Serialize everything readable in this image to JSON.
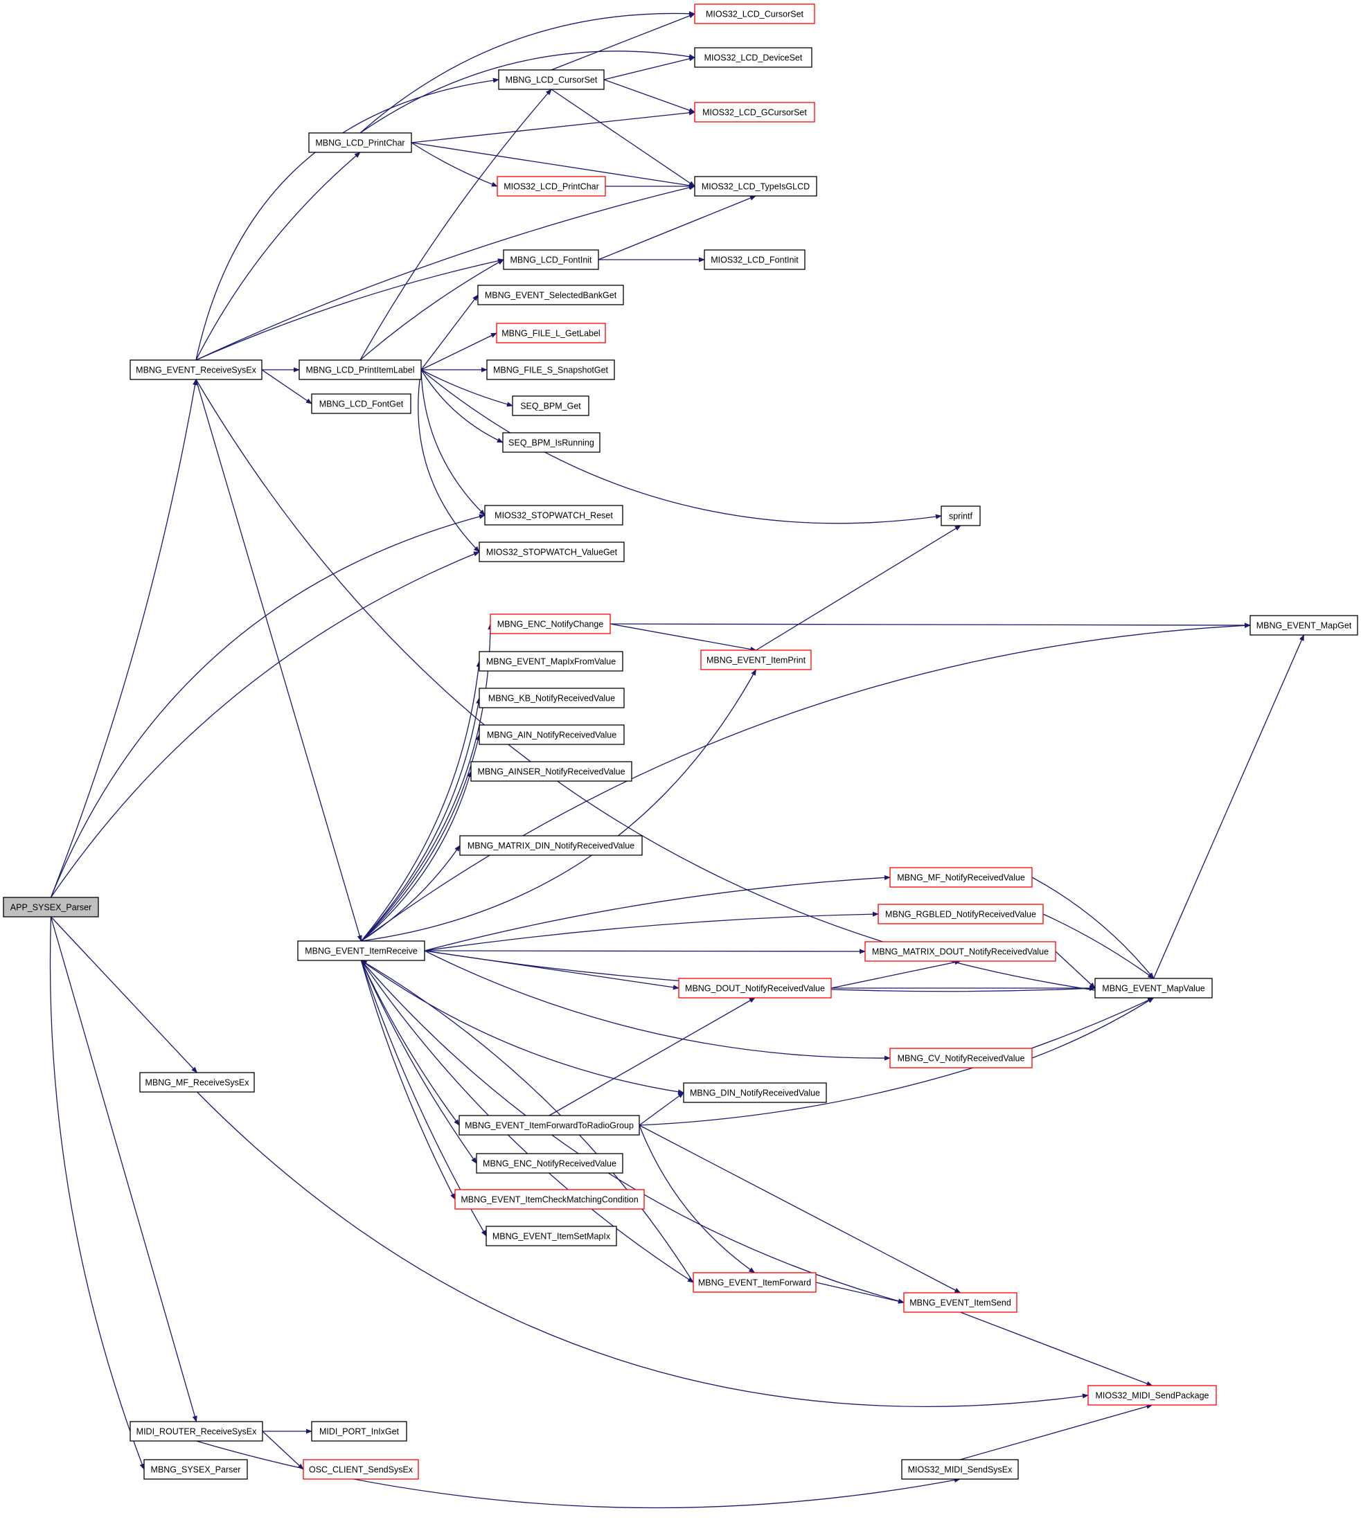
{
  "nodes": [
    {
      "id": "app_sysex",
      "label": "APP_SYSEX_Parser",
      "style": "root"
    },
    {
      "id": "ev_recv_sysex",
      "label": "MBNG_EVENT_ReceiveSysEx",
      "style": "black"
    },
    {
      "id": "mf_recv_sysex",
      "label": "MBNG_MF_ReceiveSysEx",
      "style": "black"
    },
    {
      "id": "midi_router",
      "label": "MIDI_ROUTER_ReceiveSysEx",
      "style": "black"
    },
    {
      "id": "mbng_sysex",
      "label": "MBNG_SYSEX_Parser",
      "style": "black"
    },
    {
      "id": "lcd_printchar",
      "label": "MBNG_LCD_PrintChar",
      "style": "black"
    },
    {
      "id": "lcd_cursorset",
      "label": "MBNG_LCD_CursorSet",
      "style": "black"
    },
    {
      "id": "lcd_printitem",
      "label": "MBNG_LCD_PrintItemLabel",
      "style": "black"
    },
    {
      "id": "lcd_fontget",
      "label": "MBNG_LCD_FontGet",
      "style": "black"
    },
    {
      "id": "item_receive",
      "label": "MBNG_EVENT_ItemReceive",
      "style": "black"
    },
    {
      "id": "m_cursorset",
      "label": "MIOS32_LCD_CursorSet",
      "style": "red"
    },
    {
      "id": "m_deviceset",
      "label": "MIOS32_LCD_DeviceSet",
      "style": "black"
    },
    {
      "id": "m_gcursorset",
      "label": "MIOS32_LCD_GCursorSet",
      "style": "red"
    },
    {
      "id": "m_printchar",
      "label": "MIOS32_LCD_PrintChar",
      "style": "red"
    },
    {
      "id": "m_typeisglcd",
      "label": "MIOS32_LCD_TypeIsGLCD",
      "style": "black"
    },
    {
      "id": "lcd_fontinit",
      "label": "MBNG_LCD_FontInit",
      "style": "black"
    },
    {
      "id": "m_fontinit",
      "label": "MIOS32_LCD_FontInit",
      "style": "black"
    },
    {
      "id": "sel_bank",
      "label": "MBNG_EVENT_SelectedBankGet",
      "style": "black"
    },
    {
      "id": "file_l",
      "label": "MBNG_FILE_L_GetLabel",
      "style": "red"
    },
    {
      "id": "file_s",
      "label": "MBNG_FILE_S_SnapshotGet",
      "style": "black"
    },
    {
      "id": "seq_bpm",
      "label": "SEQ_BPM_Get",
      "style": "black"
    },
    {
      "id": "seq_running",
      "label": "SEQ_BPM_IsRunning",
      "style": "black"
    },
    {
      "id": "sprintf",
      "label": "sprintf",
      "style": "black"
    },
    {
      "id": "sw_reset",
      "label": "MIOS32_STOPWATCH_Reset",
      "style": "black"
    },
    {
      "id": "sw_value",
      "label": "MIOS32_STOPWATCH_ValueGet",
      "style": "black"
    },
    {
      "id": "enc_notify_change",
      "label": "MBNG_ENC_NotifyChange",
      "style": "red"
    },
    {
      "id": "ev_mapget",
      "label": "MBNG_EVENT_MapGet",
      "style": "black"
    },
    {
      "id": "ev_itemprint",
      "label": "MBNG_EVENT_ItemPrint",
      "style": "red"
    },
    {
      "id": "ev_mapix",
      "label": "MBNG_EVENT_MapIxFromValue",
      "style": "black"
    },
    {
      "id": "kb_notify",
      "label": "MBNG_KB_NotifyReceivedValue",
      "style": "black"
    },
    {
      "id": "ain_notify",
      "label": "MBNG_AIN_NotifyReceivedValue",
      "style": "black"
    },
    {
      "id": "ainser_notify",
      "label": "MBNG_AINSER_NotifyReceivedValue",
      "style": "black"
    },
    {
      "id": "mdin_notify",
      "label": "MBNG_MATRIX_DIN_NotifyReceivedValue",
      "style": "black"
    },
    {
      "id": "mf_notify",
      "label": "MBNG_MF_NotifyReceivedValue",
      "style": "red"
    },
    {
      "id": "rgbled_notify",
      "label": "MBNG_RGBLED_NotifyReceivedValue",
      "style": "red"
    },
    {
      "id": "mdout_notify",
      "label": "MBNG_MATRIX_DOUT_NotifyReceivedValue",
      "style": "red"
    },
    {
      "id": "dout_notify",
      "label": "MBNG_DOUT_NotifyReceivedValue",
      "style": "red"
    },
    {
      "id": "ev_mapvalue",
      "label": "MBNG_EVENT_MapValue",
      "style": "black"
    },
    {
      "id": "cv_notify",
      "label": "MBNG_CV_NotifyReceivedValue",
      "style": "red"
    },
    {
      "id": "din_notify",
      "label": "MBNG_DIN_NotifyReceivedValue",
      "style": "black"
    },
    {
      "id": "fwd_radio",
      "label": "MBNG_EVENT_ItemForwardToRadioGroup",
      "style": "black"
    },
    {
      "id": "enc_notify_val",
      "label": "MBNG_ENC_NotifyReceivedValue",
      "style": "black"
    },
    {
      "id": "check_match",
      "label": "MBNG_EVENT_ItemCheckMatchingCondition",
      "style": "red"
    },
    {
      "id": "set_mapix",
      "label": "MBNG_EVENT_ItemSetMapIx",
      "style": "black"
    },
    {
      "id": "item_forward",
      "label": "MBNG_EVENT_ItemForward",
      "style": "red"
    },
    {
      "id": "item_send",
      "label": "MBNG_EVENT_ItemSend",
      "style": "red"
    },
    {
      "id": "midi_sendpkg",
      "label": "MIOS32_MIDI_SendPackage",
      "style": "red"
    },
    {
      "id": "midi_port",
      "label": "MIDI_PORT_InIxGet",
      "style": "black"
    },
    {
      "id": "osc_client",
      "label": "OSC_CLIENT_SendSysEx",
      "style": "red"
    },
    {
      "id": "midi_sendsysex",
      "label": "MIOS32_MIDI_SendSysEx",
      "style": "black"
    }
  ],
  "colors": {
    "edge": "#191970",
    "black_border": "#000000",
    "red_border": "#ff0000",
    "root_fill": "#bfbfbf",
    "node_fill": "#ffffff"
  }
}
